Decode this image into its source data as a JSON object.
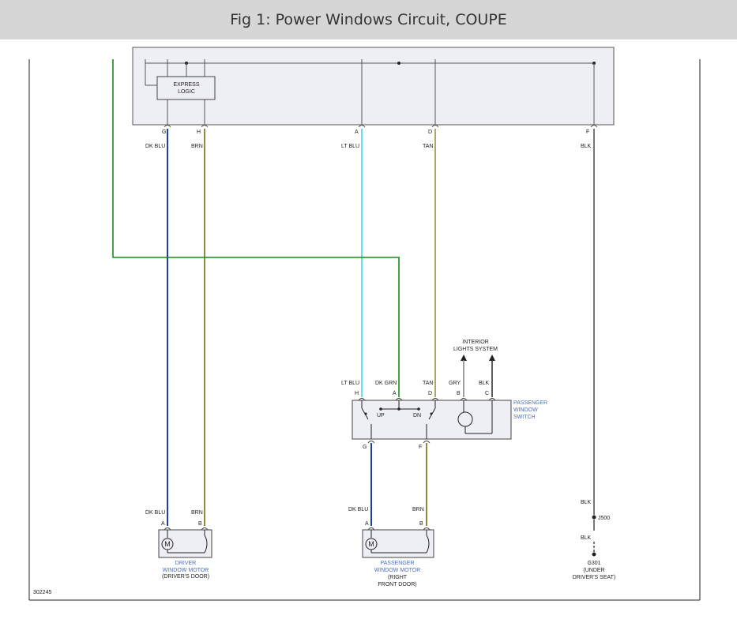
{
  "title": "Fig 1: Power Windows Circuit, COUPE",
  "express_logic": [
    "EXPRESS",
    "LOGIC"
  ],
  "top_pins": {
    "g": "G",
    "h": "H",
    "a": "A",
    "d": "D",
    "f": "F"
  },
  "top_wires": {
    "g": "DK BLU",
    "h": "BRN",
    "a": "LT BLU",
    "d": "TAN",
    "f": "BLK"
  },
  "interior_lights": [
    "INTERIOR",
    "LIGHTS SYSTEM"
  ],
  "switch_wires": {
    "h": "LT BLU",
    "a": "DK GRN",
    "d": "TAN",
    "b": "GRY",
    "c": "BLK"
  },
  "switch_pins": {
    "h": "H",
    "a": "A",
    "d": "D",
    "b": "B",
    "c": "C",
    "g": "G",
    "f": "F"
  },
  "switch_contacts": {
    "up": "UP",
    "dn": "DN"
  },
  "passenger_switch": [
    "PASSENGER",
    "WINDOW",
    "SWITCH"
  ],
  "driver_motor_wires": {
    "a": "DK BLU",
    "b": "BRN"
  },
  "driver_motor_pins": {
    "a": "A",
    "b": "B"
  },
  "driver_motor_label": [
    "DRIVER",
    "WINDOW MOTOR"
  ],
  "driver_motor_loc": "(DRIVER'S DOOR)",
  "pass_motor_wires": {
    "a": "DK BLU",
    "b": "BRN"
  },
  "pass_motor_pins": {
    "a": "A",
    "b": "B"
  },
  "pass_motor_label": [
    "PASSENGER",
    "WINDOW MOTOR"
  ],
  "pass_motor_loc": [
    "(RIGHT",
    "FRONT DOOR)"
  ],
  "motor_symbol": "M",
  "ground_wire1": "BLK",
  "splice": "J500",
  "ground_wire2": "BLK",
  "ground": [
    "G301",
    "(UNDER",
    "DRIVER'S SEAT)"
  ],
  "figure_number": "302245",
  "colors": {
    "dk_blu": "#1f3ea8",
    "brn": "#7a6a10",
    "lt_blu": "#3fd6e6",
    "tan": "#9a8f45",
    "blk": "#555555",
    "dk_grn": "#1a8a1a",
    "module_fill": "#eeeef5"
  }
}
